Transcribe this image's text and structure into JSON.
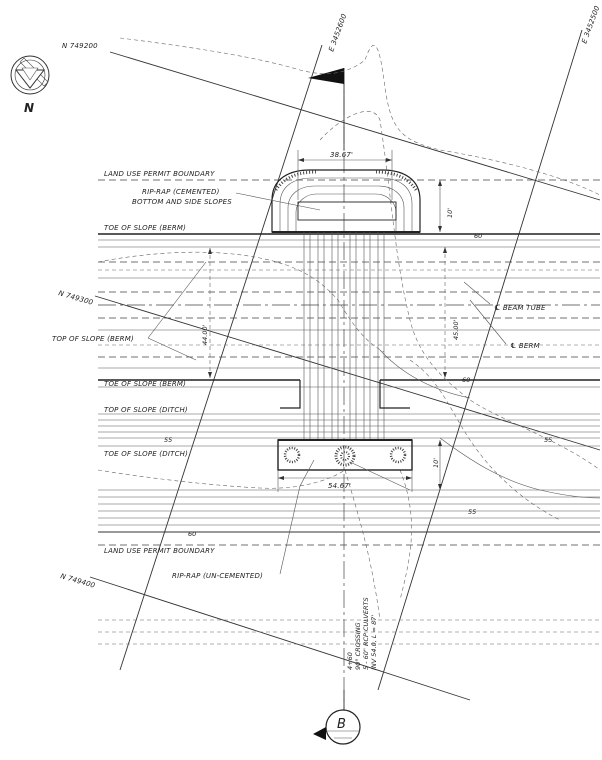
{
  "north_arrow": {
    "label": "N"
  },
  "station_labels": {
    "north_top": "N 749200",
    "north_mid": "N 749300",
    "north_bottom": "N 749400",
    "east_left": "E 3452600",
    "east_right": "E 3452500"
  },
  "labels": {
    "land_use_top": "LAND USE PERMIT BOUNDARY",
    "riprap_cemented_1": "RIP-RAP (CEMENTED)",
    "riprap_cemented_2": "BOTTOM AND SIDE SLOPES",
    "toe_slope_berm_top": "TOE OF SLOPE (BERM)",
    "top_slope_berm": "TOP OF SLOPE (BERM)",
    "toe_slope_berm_mid": "TOE OF SLOPE (BERM)",
    "top_slope_ditch": "TOP OF SLOPE (DITCH)",
    "toe_slope_ditch": "TOE OF SLOPE (DITCH)",
    "land_use_bottom": "LAND USE PERMIT BOUNDARY",
    "riprap_uncemented": "RIP-RAP (UN-CEMENTED)",
    "beam_tube": "℄ BEAM TUBE",
    "berm": "℄ BERM"
  },
  "dimensions": {
    "top_width": "38.67'",
    "bottom_width": "54.67'",
    "top_depth": "10'",
    "bottom_depth": "10'",
    "left_span": "44.00'",
    "right_span": "45.00'"
  },
  "contours": {
    "c60_top": "60",
    "c60_mid": "60",
    "c55_left": "55",
    "c55_right": "55",
    "c55_lower": "55",
    "c60_bottom": "60"
  },
  "crossing_note": {
    "line1": "4+60",
    "line2": "90° CROSSING",
    "line3": "5 - 60\" RCP CULVERTS",
    "line4": "INV 54.0, L = 87'"
  },
  "section_marker": {
    "label": "B"
  }
}
